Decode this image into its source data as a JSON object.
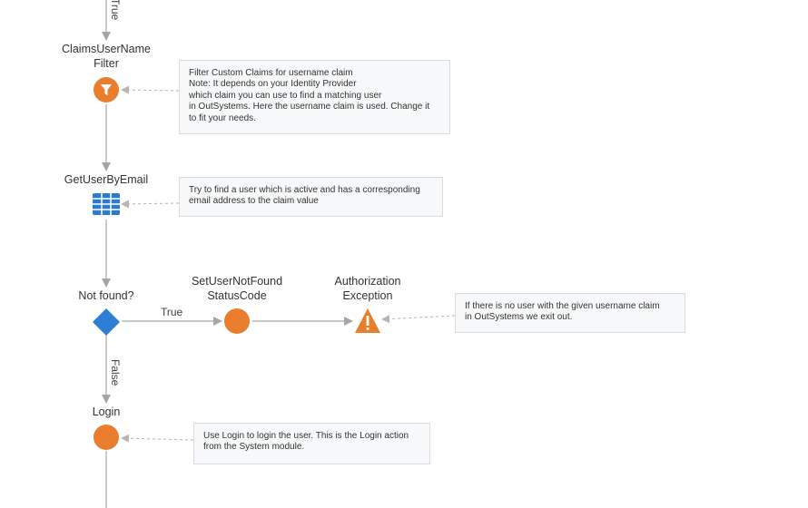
{
  "colors": {
    "accent_orange": "#e87e2e",
    "decision_blue": "#2d7fd6",
    "aggregate_blue": "#2b7bd1",
    "line_grey": "#a6a6a6",
    "dash_grey": "#b5b5b5"
  },
  "nodes": {
    "claims_filter": {
      "label_line1": "ClaimsUserName",
      "label_line2": "Filter",
      "icon": "funnel-icon"
    },
    "get_user": {
      "label": "GetUserByEmail",
      "icon": "table-grid-icon"
    },
    "not_found": {
      "label": "Not found?",
      "icon": "decision-diamond"
    },
    "set_status": {
      "label_line1": "SetUserNotFound",
      "label_line2": "StatusCode",
      "icon": "assign-circle"
    },
    "auth_exception": {
      "label_line1": "Authorization",
      "label_line2": "Exception",
      "icon": "warning-triangle-icon"
    },
    "login": {
      "label": "Login",
      "icon": "action-circle"
    }
  },
  "edge_labels": {
    "top_true": "True",
    "decision_true": "True",
    "decision_false": "False"
  },
  "notes": {
    "claims_filter": "Filter Custom Claims for username claim\nNote: It depends on your Identity Provider\nwhich claim you can use to find a matching user\nin OutSystems. Here the username claim is used. Change it\nto fit your needs.",
    "get_user": "Try to find a user which is active and has a corresponding\nemail address to the claim value",
    "auth_exception": "If there is no user with the given username claim\nin OutSystems we exit out.",
    "login": "Use Login to login the user. This is the Login action\nfrom the System module."
  }
}
